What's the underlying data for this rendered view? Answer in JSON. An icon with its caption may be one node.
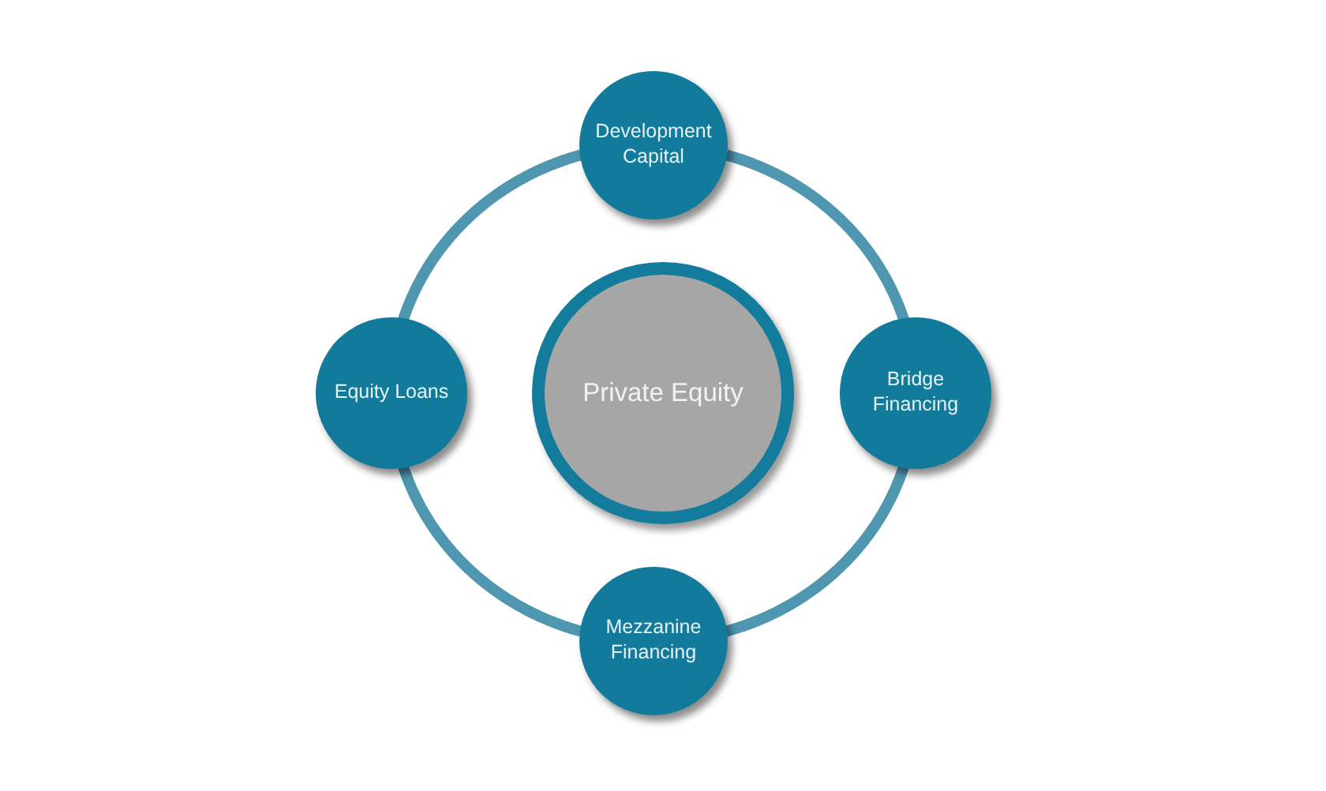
{
  "diagram": {
    "nodes": [
      {
        "text": [
          "Development Capital"
        ]
      },
      {
        "text": [
          "Equity Loans"
        ]
      },
      {
        "text": [
          "Private Equity"
        ]
      },
      {
        "text": [
          "Bridge Financing"
        ]
      },
      {
        "text": [
          "Mezzanine Financing"
        ]
      }
    ],
    "edges": [
      {
        "from": 0,
        "to": 3,
        "arrow": "none"
      },
      {
        "from": 3,
        "to": 4,
        "arrow": "none"
      },
      {
        "from": 4,
        "to": 1,
        "arrow": "none"
      },
      {
        "from": 1,
        "to": 0,
        "arrow": "none"
      }
    ]
  }
}
